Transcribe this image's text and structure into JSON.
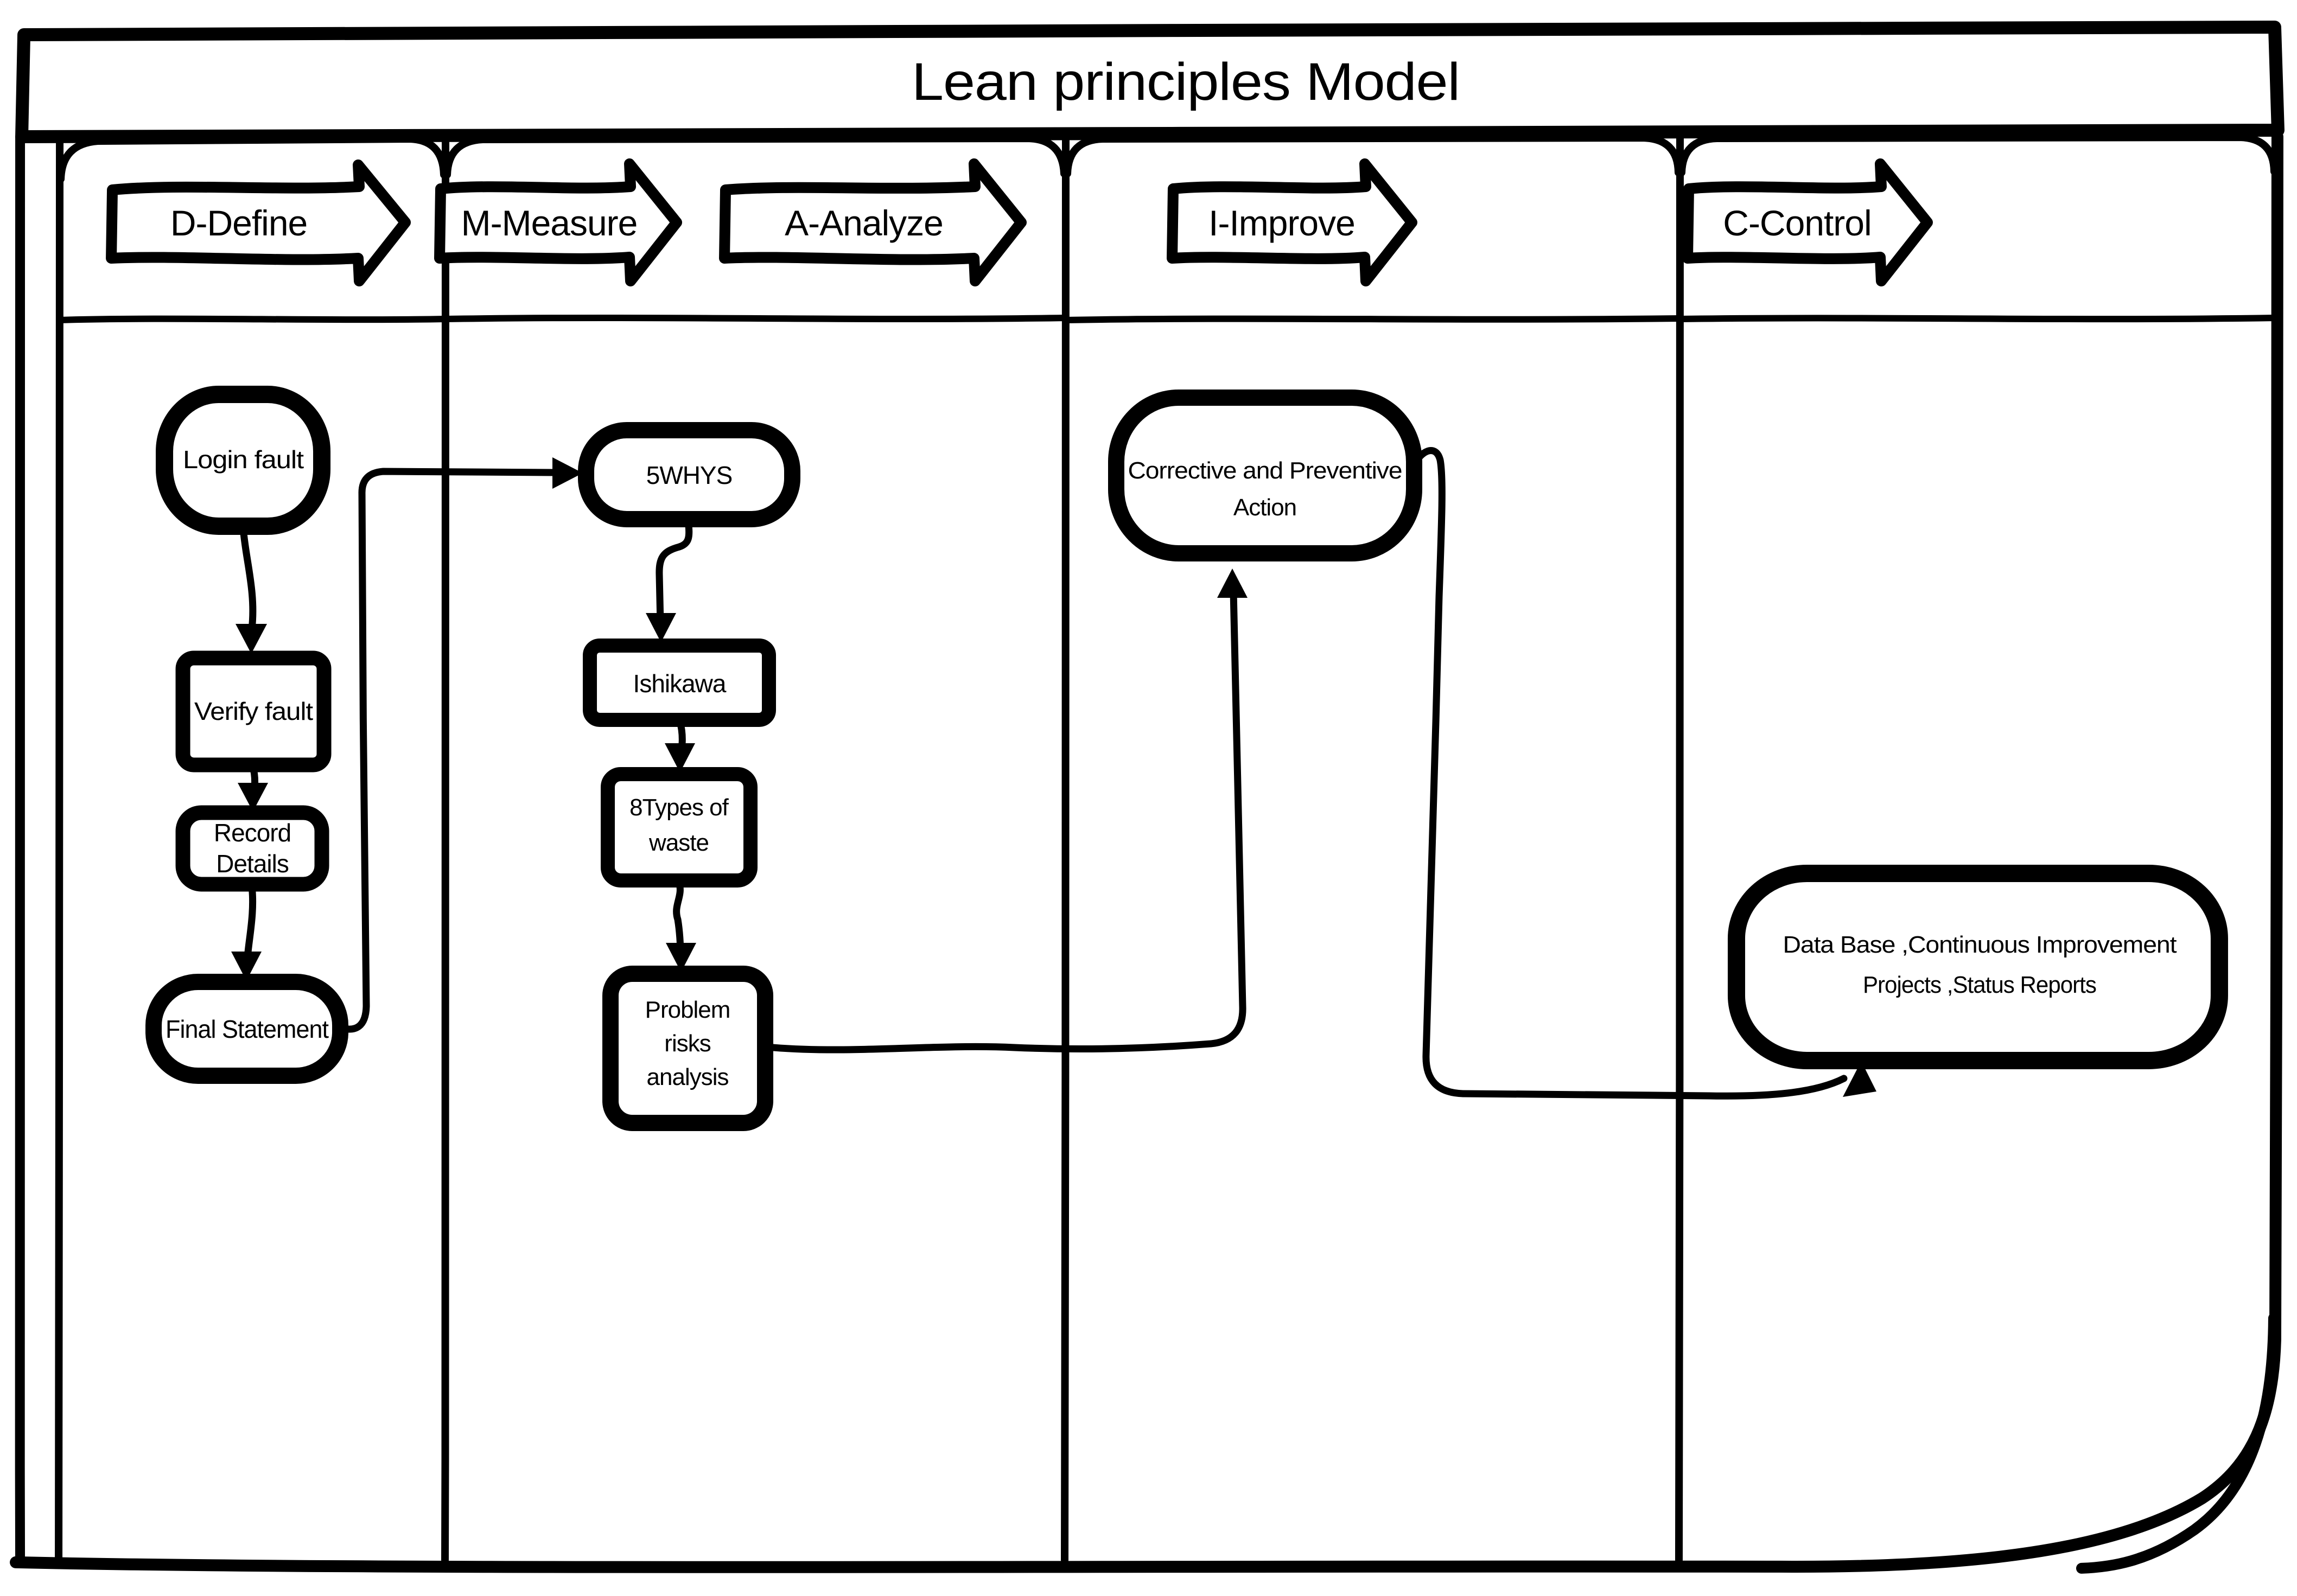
{
  "title": "Lean principles Model",
  "colors": {
    "ink": "#000000",
    "paper": "#ffffff"
  },
  "phases": [
    {
      "id": "define",
      "label": "D-Define"
    },
    {
      "id": "measure",
      "label": "M-Measure"
    },
    {
      "id": "analyze",
      "label": "A-Analyze"
    },
    {
      "id": "improve",
      "label": "I-Improve"
    },
    {
      "id": "control",
      "label": "C-Control"
    }
  ],
  "nodes": {
    "login_fault": {
      "lane": "D-Define",
      "shape": "terminator",
      "lines": [
        "Login fault"
      ]
    },
    "verify_fault": {
      "lane": "D-Define",
      "shape": "process",
      "lines": [
        "Verify fault"
      ]
    },
    "record_details": {
      "lane": "D-Define",
      "shape": "process",
      "lines": [
        "Record",
        "Details"
      ]
    },
    "final_statement": {
      "lane": "D-Define",
      "shape": "terminator",
      "lines": [
        "Final Statement"
      ]
    },
    "five_whys": {
      "lane": "M-Measure",
      "shape": "terminator",
      "lines": [
        "5WHYS"
      ]
    },
    "ishikawa": {
      "lane": "M-Measure",
      "shape": "process",
      "lines": [
        "Ishikawa"
      ]
    },
    "waste_types": {
      "lane": "M-Measure",
      "shape": "process",
      "lines": [
        "8Types of",
        "waste"
      ]
    },
    "problem_risks": {
      "lane": "M-Measure",
      "shape": "process",
      "lines": [
        "Problem",
        "risks",
        "analysis"
      ]
    },
    "capa": {
      "lane": "I-Improve",
      "shape": "terminator",
      "lines": [
        "Corrective and Preventive",
        "Action"
      ]
    },
    "control_outputs": {
      "lane": "C-Control",
      "shape": "terminator",
      "lines": [
        "Data Base ,Continuous Improvement",
        "Projects ,Status Reports"
      ]
    }
  },
  "edges": [
    {
      "from": "login_fault",
      "to": "verify_fault"
    },
    {
      "from": "verify_fault",
      "to": "record_details"
    },
    {
      "from": "record_details",
      "to": "final_statement"
    },
    {
      "from": "final_statement",
      "to": "five_whys"
    },
    {
      "from": "five_whys",
      "to": "ishikawa"
    },
    {
      "from": "ishikawa",
      "to": "waste_types"
    },
    {
      "from": "waste_types",
      "to": "problem_risks"
    },
    {
      "from": "problem_risks",
      "to": "capa"
    },
    {
      "from": "capa",
      "to": "control_outputs"
    }
  ]
}
